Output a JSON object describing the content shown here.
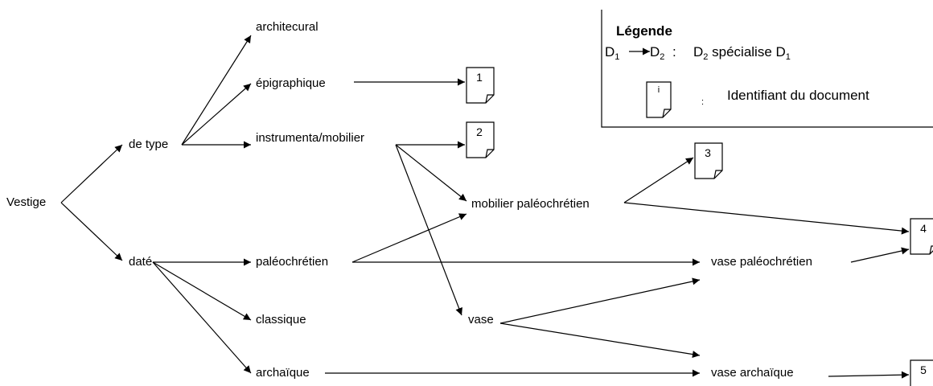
{
  "nodes": {
    "vestige": "Vestige",
    "de_type": "de type",
    "date": "daté",
    "architecural": "architecural",
    "epigraphique": "épigraphique",
    "instrumenta": "instrumenta/mobilier",
    "paleochretien": "paléochrétien",
    "classique": "classique",
    "archaique": "archaïque",
    "mobilier_paleo": "mobilier paléochrétien",
    "vase": "vase",
    "vase_paleo": "vase paléochrétien",
    "vase_archaique": "vase archaïque"
  },
  "documents": [
    "1",
    "2",
    "3",
    "4",
    "5"
  ],
  "legend": {
    "title": "Légende",
    "d1": "D",
    "sub1": "1",
    "d2": "D",
    "sub2": "2",
    "colon": ":",
    "desc_a": "D",
    "desc_a_sub": "2",
    "desc_mid": " spécialise D",
    "desc_b_sub": "1",
    "doc_symbol": "i",
    "doc_colon": ":",
    "doc_desc": "Identifiant du document"
  }
}
